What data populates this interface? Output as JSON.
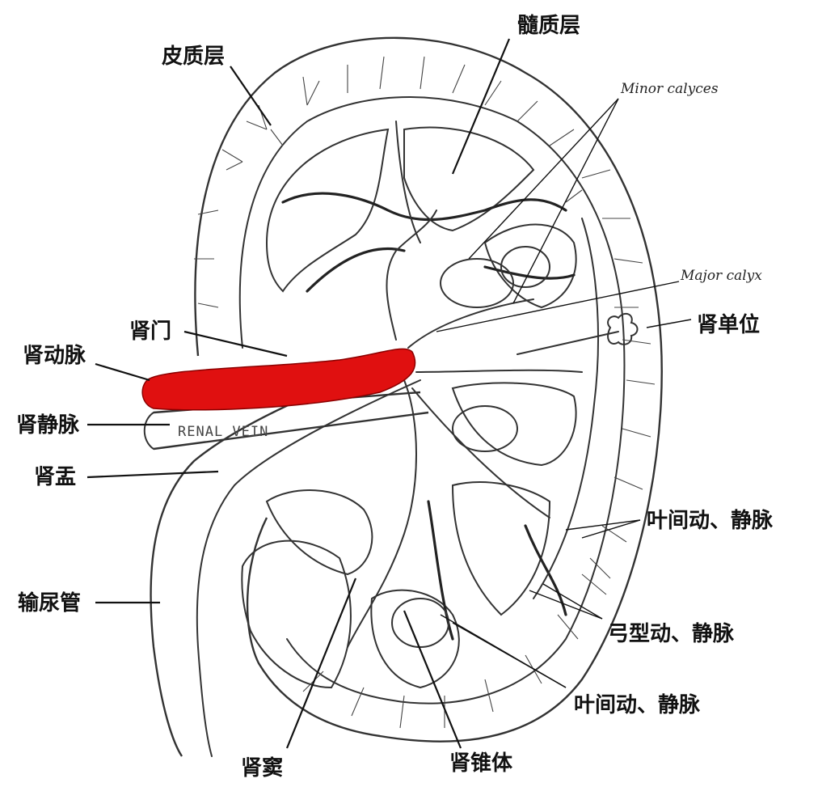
{
  "labels": {
    "cortex": "皮质层",
    "medulla": "髓质层",
    "minor_calyces": "Minor calyces",
    "major_calyx": "Major calyx",
    "nephron": "肾单位",
    "hilum": "肾门",
    "renal_artery": "肾动脉",
    "renal_vein": "肾静脉",
    "renal_vein_en": "RENAL VEIN",
    "renal_pelvis": "肾盂",
    "ureter": "输尿管",
    "interlobar_1": "叶间动、静脉",
    "arcuate": "弓型动、静脉",
    "interlobar_2": "叶间动、静脉",
    "renal_sinus": "肾窦",
    "renal_pyramid": "肾锥体"
  },
  "colors": {
    "artery": "#e01010",
    "line": "#111111"
  }
}
